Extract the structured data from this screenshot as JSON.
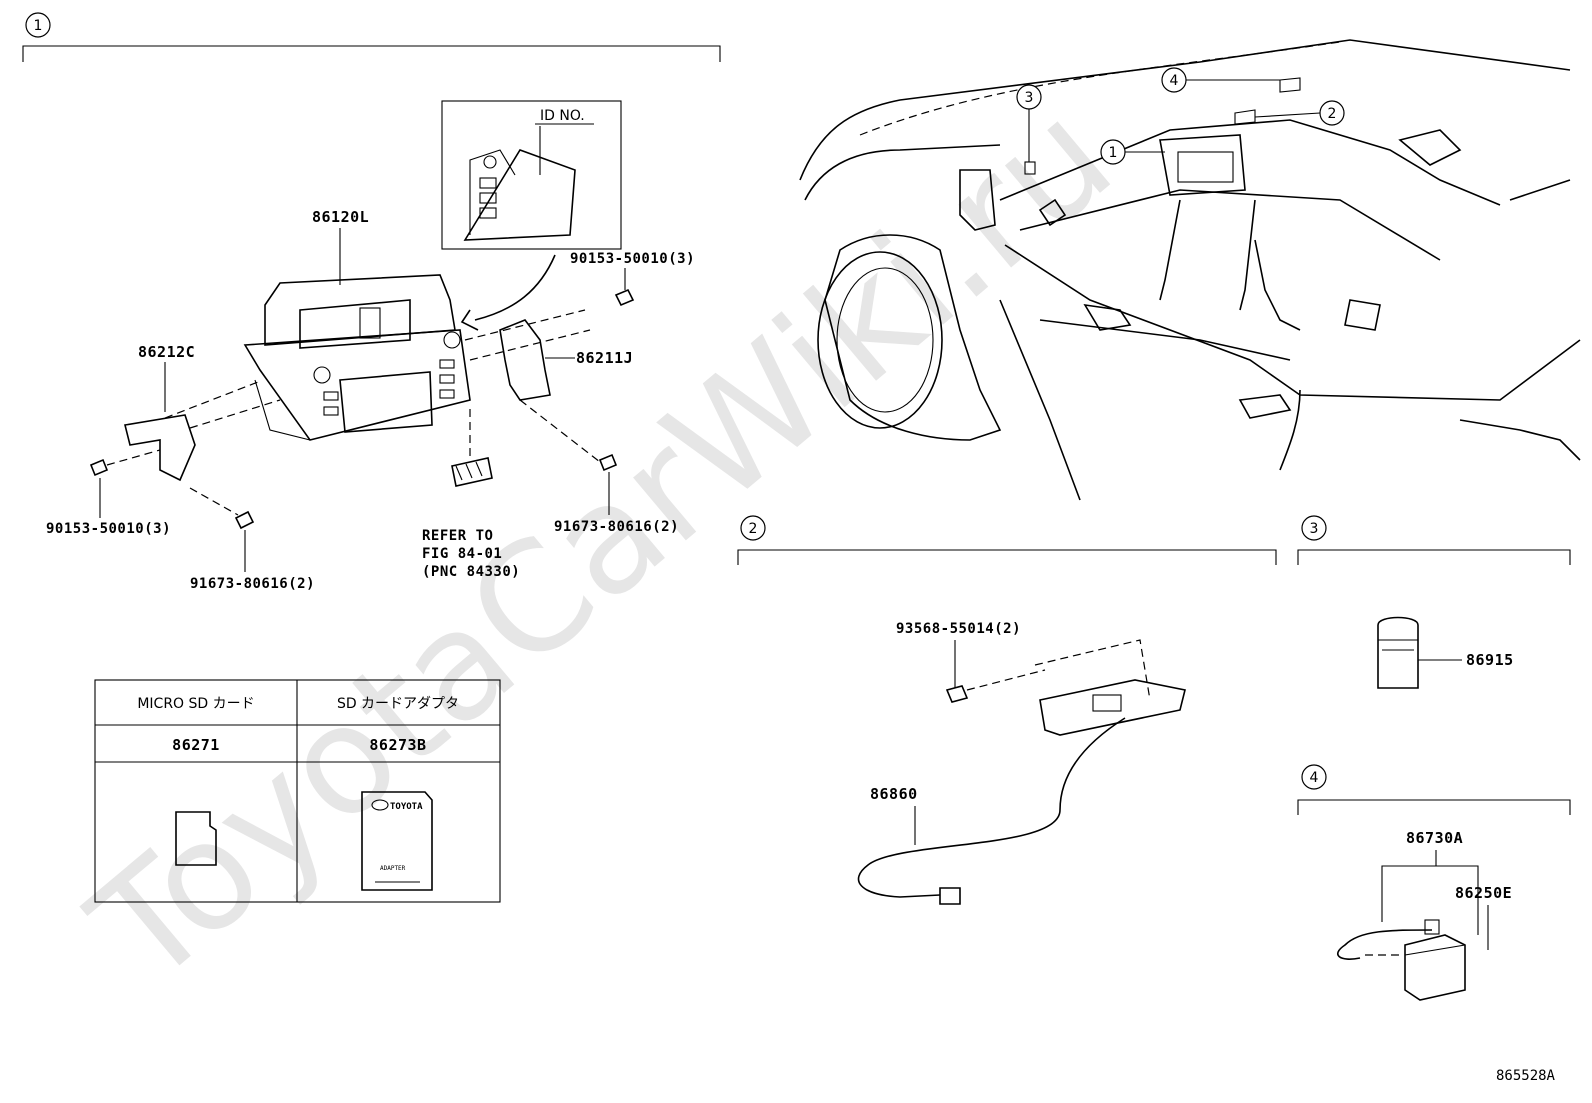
{
  "watermark": "ToyotaCarWiki.ru",
  "diagram_id": "865528A",
  "section_markers": [
    "1",
    "2",
    "3",
    "4"
  ],
  "parts": {
    "display_unit": "86120L",
    "bracket_left": "86212C",
    "bracket_right": "86211J",
    "bolt_upper_right": "90153-50010(3)",
    "bolt_left": "90153-50010(3)",
    "screw_right": "91673-80616(2)",
    "screw_left": "91673-80616(2)",
    "refer_line1": "REFER TO",
    "refer_line2": "FIG 84-01",
    "refer_line3": "(PNC 84330)",
    "id_no": "ID NO.",
    "section2_bolt": "93568-55014(2)",
    "section2_cable": "86860",
    "section3_part": "86915",
    "section4_assy": "86730A",
    "section4_part": "86250E"
  },
  "sd_table": {
    "headers": [
      "MICRO SD カード",
      "SD カードアダプタ"
    ],
    "part_numbers": [
      "86271",
      "86273B"
    ],
    "adapter_brand": "TOYOTA",
    "adapter_label": "ADAPTER"
  }
}
